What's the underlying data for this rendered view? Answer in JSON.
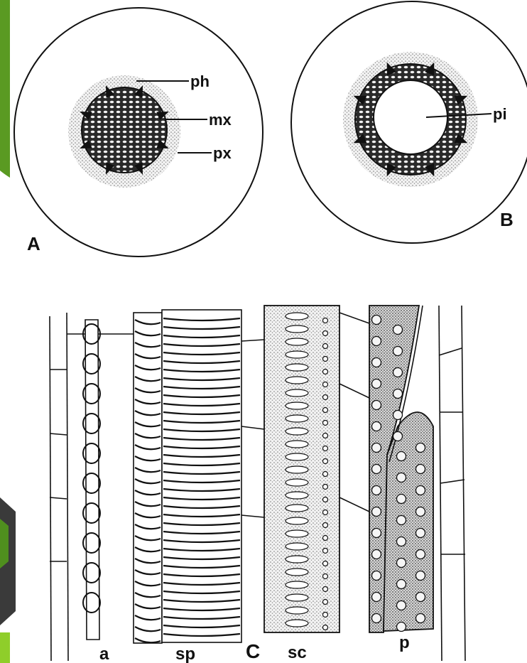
{
  "labels": {
    "ph": "ph",
    "mx": "mx",
    "px": "px",
    "pi": "pi",
    "panel_a": "A",
    "panel_b": "B",
    "panel_c": "C",
    "a": "a",
    "sp": "sp",
    "sc": "sc",
    "p": "p"
  },
  "colors": {
    "ink": "#111111",
    "stipple": "#9a9a9a",
    "side_bar_green": "#5a9a22",
    "side_bar_dark": "#3a3a3a",
    "side_bar_light_green": "#8fce2a"
  }
}
